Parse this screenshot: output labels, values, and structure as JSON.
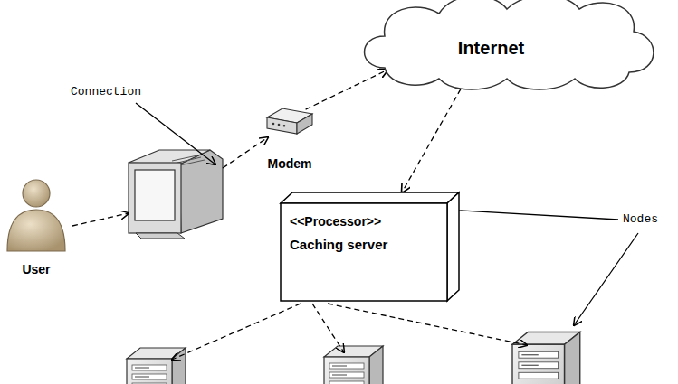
{
  "diagram": {
    "nodes": [
      {
        "text": [
          "Internet"
        ]
      },
      {
        "text": [
          "Modem"
        ]
      },
      {
        "text": [
          "User"
        ]
      },
      {
        "text": [
          "<<Processor>>",
          "Caching server"
        ]
      }
    ],
    "edges": [
      {
        "from": 1,
        "to": 0,
        "arrow": "to"
      },
      {
        "from": 0,
        "to": 3,
        "arrow": "to"
      }
    ],
    "labels": [
      "Connection",
      "Nodes"
    ]
  }
}
